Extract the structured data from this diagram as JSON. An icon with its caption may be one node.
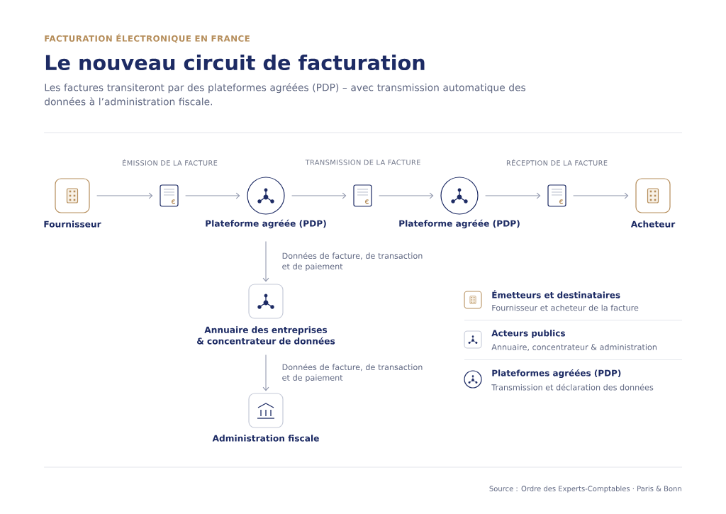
{
  "diagram": {
    "title": "Le nouveau circuit de facturation",
    "nodes": [
      {
        "text": [
          "Fournisseur"
        ]
      },
      {
        "text": [],
        "shape": "document"
      },
      {
        "text": [
          "Plateforme agréée (PDP)"
        ]
      },
      {
        "text": [],
        "shape": "document"
      },
      {
        "text": [
          "Plateforme agréée (PDP)"
        ]
      },
      {
        "text": [],
        "shape": "document"
      },
      {
        "text": [
          "Acheteur"
        ]
      },
      {
        "text": [
          "Annuaire des entreprises & concentrateur de données"
        ]
      },
      {
        "text": [
          "Administration fiscale"
        ]
      }
    ],
    "edges": [
      {
        "from": 0,
        "to": 1,
        "arrow": "to"
      },
      {
        "from": 1,
        "to": 2,
        "arrow": "to"
      },
      {
        "from": 2,
        "to": 3,
        "arrow": "to"
      },
      {
        "from": 3,
        "to": 4,
        "arrow": "to"
      },
      {
        "from": 4,
        "to": 5,
        "arrow": "to"
      },
      {
        "from": 5,
        "to": 6,
        "arrow": "to"
      },
      {
        "from": 2,
        "to": 7,
        "arrow": "to",
        "label": "Données de facture, de transaction et de paiement"
      },
      {
        "from": 7,
        "to": 8,
        "arrow": "to",
        "label": "Données de facture, de transaction et de paiement"
      }
    ],
    "labels": [
      "FACTURATION ÉLECTRONIQUE EN FRANCE",
      "Les factures transiteront par des plateformes agréées (PDP) – avec transmission automatique des données à l’administration fiscale.",
      "ÉMISSION DE LA FACTURE",
      "TRANSMISSION DE LA FACTURE",
      "RÉCEPTION DE LA FACTURE",
      "Fournisseur et acheteur de la facture",
      "Annuaire, concentrateur & administration",
      "Transmission et déclaration des données",
      "Source : Ordre des Experts-Comptables · Paris & Bonn"
    ],
    "legend": [
      {
        "text": "Émetteurs et destinataires"
      },
      {
        "text": "Acteurs publics"
      },
      {
        "text": "Plateformes agréées (PDP)"
      }
    ]
  }
}
